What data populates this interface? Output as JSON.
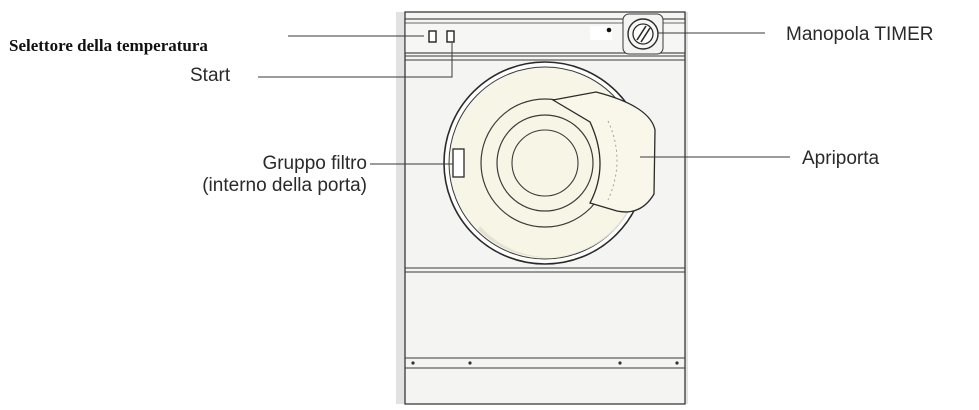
{
  "labels": {
    "temperature_selector": "Selettore della temperatura",
    "start": "Start",
    "filter_group_line1": "Gruppo filtro",
    "filter_group_line2": "(interno della porta)",
    "timer_knob": "Manopola TIMER",
    "door_opener": "Apriporta"
  },
  "colors": {
    "line": "#3a3a3a",
    "cabinet_fill": "#f4f4f2",
    "door_fill": "#f7f6e6",
    "door_shadow": "#dcdccf",
    "side_edge": "#d8d8d8"
  }
}
